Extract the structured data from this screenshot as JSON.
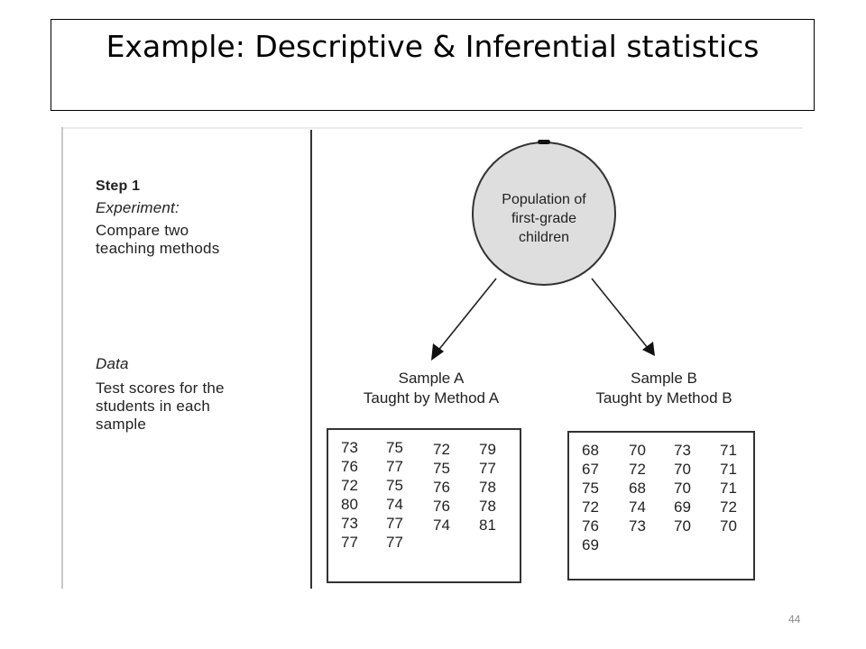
{
  "slide": {
    "title": "Example: Descriptive & Inferential statistics",
    "page_number": "44"
  },
  "figure": {
    "step": "Step 1",
    "experiment_label": "Experiment:",
    "experiment_text": [
      "Compare two",
      "teaching methods"
    ],
    "data_label": "Data",
    "data_text": [
      "Test scores for the",
      "students in each",
      "sample"
    ],
    "population_lines": [
      "Population of",
      "first-grade",
      "children"
    ],
    "sample_a": {
      "title": "Sample A",
      "subtitle": "Taught by Method A",
      "columns": [
        [
          "73",
          "76",
          "72",
          "80",
          "73",
          "77"
        ],
        [
          "75",
          "77",
          "75",
          "74",
          "77",
          "77"
        ],
        [
          "72",
          "75",
          "76",
          "76",
          "74"
        ],
        [
          "79",
          "77",
          "78",
          "78",
          "81"
        ]
      ]
    },
    "sample_b": {
      "title": "Sample B",
      "subtitle": "Taught by Method B",
      "columns": [
        [
          "68",
          "67",
          "75",
          "72",
          "76",
          "69"
        ],
        [
          "70",
          "72",
          "68",
          "74",
          "73"
        ],
        [
          "73",
          "70",
          "70",
          "69",
          "70"
        ],
        [
          "71",
          "71",
          "71",
          "72",
          "70"
        ]
      ]
    }
  }
}
